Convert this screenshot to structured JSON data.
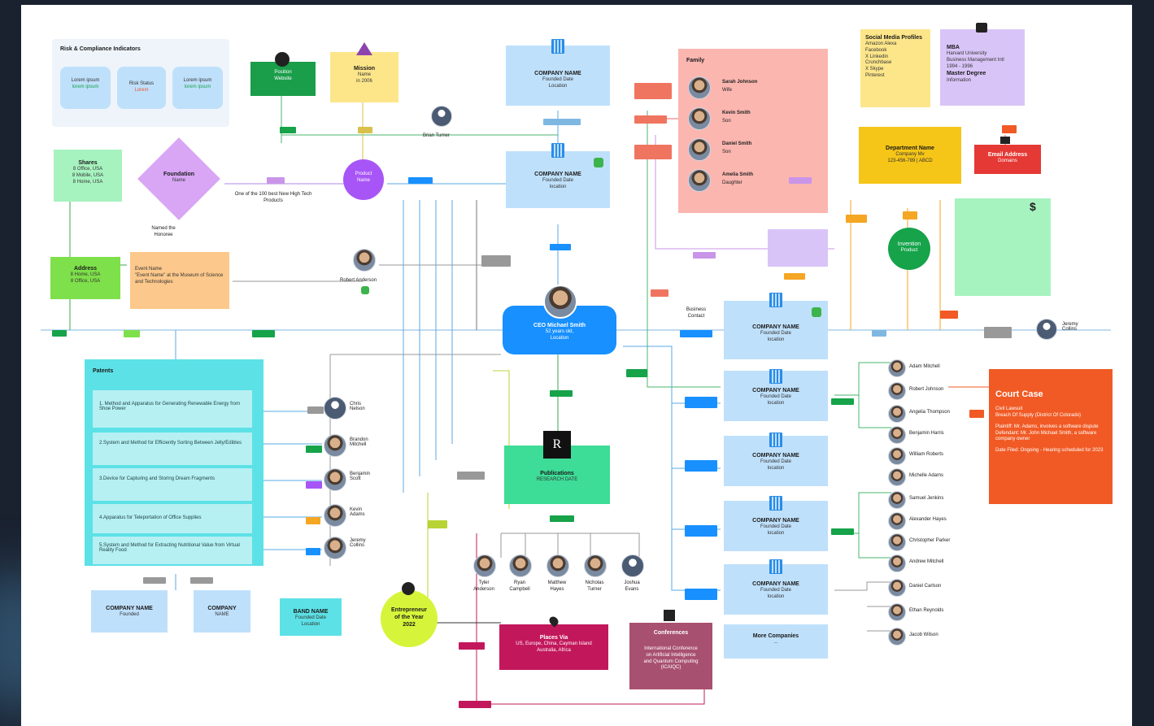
{
  "risk": {
    "title": "Risk & Compliance Indicators",
    "c1": "Lorem ipsum",
    "c1b": "lorem ipsum",
    "c2": "Risk Status",
    "c2b": "Lorem",
    "c3": "Lorem ipsum",
    "c3b": "lorem ipsum"
  },
  "position": {
    "title": "Position",
    "sub": "Website"
  },
  "mission": {
    "title": "Mission",
    "line1": "Name",
    "line2": "in 2006"
  },
  "company_top": {
    "title": "COMPANY NAME",
    "line1": "Founded Date",
    "line2": "Location"
  },
  "company_second": {
    "title": "COMPANY NAME",
    "line1": "Founded Date",
    "line2": "location"
  },
  "brian": "Brian Turner",
  "family": {
    "title": "Family",
    "members": [
      {
        "name": "Sarah Johnson",
        "role": "Wife"
      },
      {
        "name": "Kevin Smith",
        "role": "Son"
      },
      {
        "name": "Daniel Smith",
        "role": "Son"
      },
      {
        "name": "Amelia Smith",
        "role": "Daughter"
      }
    ]
  },
  "social": {
    "title": "Social Media Profiles",
    "items": [
      "Amazon Alexa",
      "Facebook",
      "X Linkedin",
      "Crunchbase",
      "X Skype",
      "Pinterest"
    ]
  },
  "mba": {
    "title": "MBA",
    "line1": "Harvard University",
    "line2": "Business Management Intl",
    "line3": "1994 - 1996",
    "line4": "Master Degree",
    "line5": "Information"
  },
  "department": {
    "title": "Department Name",
    "line1": "Company Mv",
    "line2": "123-456-789 | ABCD"
  },
  "email": {
    "title": "Email Address",
    "line1": "Domains"
  },
  "shares": {
    "title": "Shares",
    "l1": "8 Office, USA",
    "l2": "8 Mobile, USA",
    "l3": "8 Home, USA"
  },
  "foundation": {
    "title": "Foundation",
    "line1": "Name"
  },
  "product": {
    "title": "Product",
    "line1": "Name"
  },
  "top100": "One of the 100 best New High Tech Products",
  "named_honoree": "Named the Honoree",
  "address": {
    "title": "Address",
    "l1": "8 Home, USA",
    "l2": "8 Office, USA"
  },
  "award": {
    "line1": "Event Name",
    "line2": "\"Event Name\" at the Museum of Science and Technologies"
  },
  "robert": "Robert Anderson",
  "ceo": {
    "title": "CEO Michael Smith",
    "line1": "52 years old,",
    "line2": "Location"
  },
  "business_contact": "Business Contact",
  "jeremy_right": "Jeremy Collins",
  "patents": {
    "title": "Patents",
    "items": [
      "1. Method and Apparatus for Generating Renewable Energy from Shoe Power",
      "2.System and Method for Efficiently Sorting Between Jelly/Edibles",
      "3.Device for Capturing and Storing Dream Fragments",
      "4.Apparatus for Teleportation of Office Supplies",
      "5.System and Method for Extracting Nutritional Value from Virtual Reality Food"
    ]
  },
  "inventors": [
    "Chris Nelson",
    "Brandon Mitchell",
    "Benjamin Scott",
    "Kevin Adams",
    "Jeremy Collins"
  ],
  "publications": {
    "logo": "R",
    "title": "Publications",
    "line1": "RESEARCH DATE"
  },
  "authors": [
    {
      "first": "Tyler",
      "last": "Anderson"
    },
    {
      "first": "Ryan",
      "last": "Campbell"
    },
    {
      "first": "Matthew",
      "last": "Hayes"
    },
    {
      "first": "Nicholas",
      "last": "Turner"
    },
    {
      "first": "Joshua",
      "last": "Evans"
    }
  ],
  "inventions": {
    "title": "Invention",
    "line1": "Product"
  },
  "companies_right": [
    {
      "title": "COMPANY NAME",
      "line1": "Founded Date",
      "line2": "location"
    },
    {
      "title": "COMPANY NAME",
      "line1": "Founded Date",
      "line2": "location"
    },
    {
      "title": "COMPANY NAME",
      "line1": "Founded Date",
      "line2": "location"
    },
    {
      "title": "COMPANY NAME",
      "line1": "Founded Date",
      "line2": "location"
    },
    {
      "title": "COMPANY NAME",
      "line1": "Founded Date",
      "line2": "location"
    }
  ],
  "more_companies": {
    "title": "More Companies",
    "line1": "..."
  },
  "employees": [
    "Adam Mitchell",
    "Robert Johnson",
    "Angelia Thompson",
    "Benjamin Harris",
    "William Roberts",
    "Michelle Adams",
    "Samuel Jenkins",
    "Alexander Hayes",
    "Christopher Parker",
    "Andrew Mitchell",
    "Daniel Carlson",
    "Ethan Reynolds",
    "Jacob Wilson"
  ],
  "court": {
    "title": "Court Case",
    "l1": "Civil Lawsuit",
    "l2": "Breach Of Supply (District Of Colorado)",
    "l3": "Plaintiff: Mr. Adams, involves a software dispute",
    "l4": "Defendant: Mr. John Michael Smith, a software company owner",
    "l5": "Date Filed: Ongoing - Hearing scheduled for 2023"
  },
  "bottom_companies": [
    {
      "title": "COMPANY NAME",
      "line1": "Founded"
    },
    {
      "title": "COMPANY",
      "line1": "NAME"
    }
  ],
  "band": {
    "title": "BAND NAME",
    "line1": "Founded Date",
    "line2": "Location"
  },
  "entrepreneur": {
    "line1": "Entrepreneur",
    "line2": "of the Year",
    "line3": "2022"
  },
  "places": {
    "title": "Places Via",
    "line1": "US, Europe, China, Cayman Island",
    "line2": "Australia, Africa"
  },
  "conference": {
    "title": "Conferences",
    "line1": "International Conference",
    "line2": "on Artificial Intelligence",
    "line3": "and Quantum Computing",
    "line4": "(ICAIQC)"
  },
  "colors": {
    "blue": "#bfe0fb",
    "green": "#16a34a",
    "purple": "#a855f7",
    "pink": "#fbb6b0",
    "orange": "#f15a24",
    "yellow": "#fde68a",
    "teal": "#5ce1e6"
  }
}
